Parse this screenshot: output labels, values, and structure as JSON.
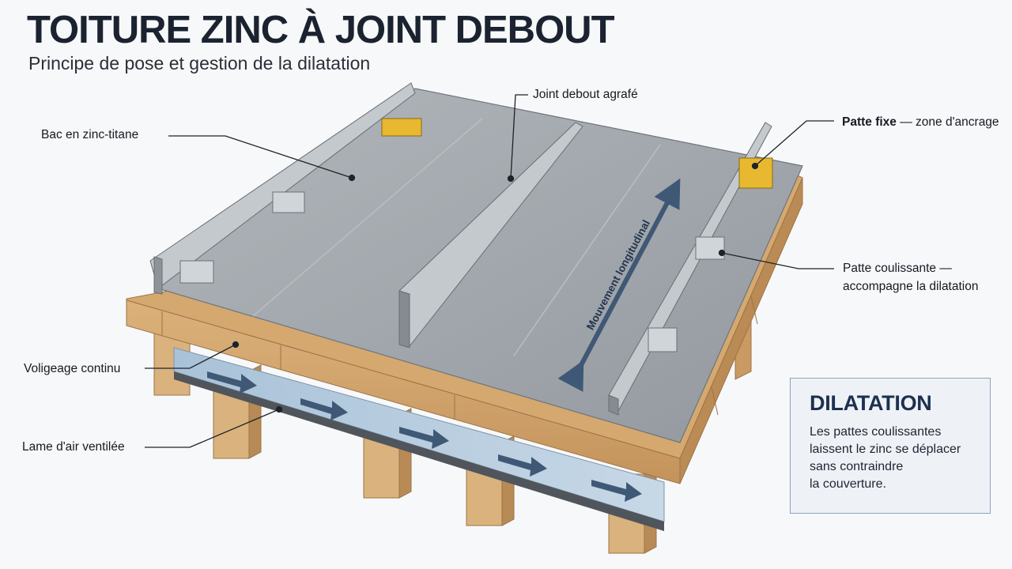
{
  "header": {
    "title": "TOITURE ZINC À JOINT DEBOUT",
    "subtitle": "Principe de pose et gestion de la dilatation"
  },
  "labels": {
    "bac": "Bac en zinc-titane",
    "joint": "Joint debout agrafé",
    "patte_fixe_bold": "Patte fixe",
    "patte_fixe_rest": "— zone d'ancrage",
    "patte_coul_bold": "Patte coulissante —",
    "patte_coul_rest": "accompagne la dilatation",
    "voligeage": "Voligeage continu",
    "lame": "Lame d'air ventilée",
    "mouvement": "Mouvement longitudinal"
  },
  "infobox": {
    "title": "DILATATION",
    "lines": [
      "Les pattes coulissantes",
      "laissent le zinc se déplacer",
      "sans contraindre",
      "la couverture."
    ]
  },
  "colors": {
    "zinc": "#9ea4aa",
    "zinc_dark": "#7c8288",
    "wood": "#d2a56c",
    "wood_dark": "#b08150",
    "air": "#b7cde0",
    "arrow": "#3f5875",
    "clip_fixed": "#e8b830",
    "clip_sliding": "#c9ced3"
  }
}
